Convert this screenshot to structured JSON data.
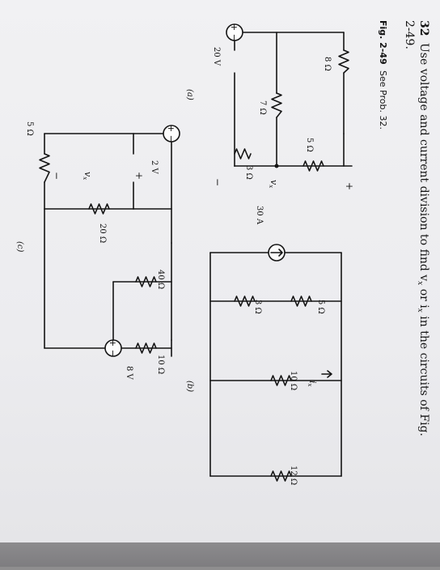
{
  "problem": {
    "number": "32",
    "text_line1": "Use voltage and current division to find v",
    "text_sub_x": "x",
    "text_mid": " or i",
    "text_sub_i": "x",
    "text_end": " in the circuits of Fig.",
    "text_line2": "2-49."
  },
  "figure": {
    "label": "Fig. 2-49",
    "caption": "See Prob. 32."
  },
  "circuit_a": {
    "label": "(a)",
    "source": "20 V",
    "r1": "8 Ω",
    "r2": "7 Ω",
    "r3": "5 Ω",
    "r4": "3 Ω",
    "vx": "v",
    "vx_sub": "x",
    "plus": "+",
    "minus": "−"
  },
  "circuit_b": {
    "label": "(b)",
    "source": "30 A",
    "r1": "5 Ω",
    "r2": "3 Ω",
    "r3": "10 Ω",
    "r4": "12 Ω",
    "ix": "i",
    "ix_sub": "x"
  },
  "circuit_c": {
    "label": "(c)",
    "source1": "2 V",
    "source2": "8 V",
    "r1": "5 Ω",
    "r2": "20 Ω",
    "r3": "40 Ω",
    "r4": "10 Ω",
    "vx": "v",
    "vx_sub": "x",
    "plus": "+",
    "minus": "−"
  }
}
